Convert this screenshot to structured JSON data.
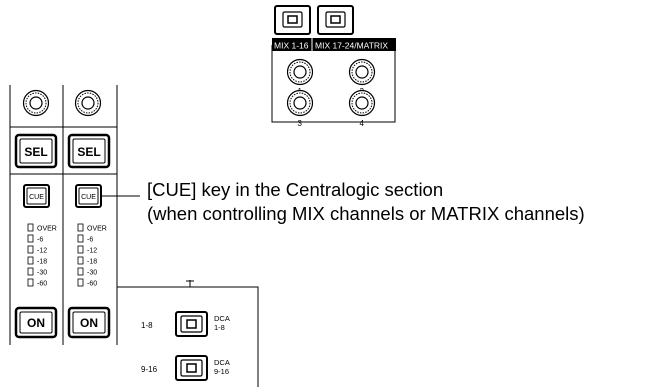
{
  "mix_keys": {
    "mix_1_16_label": "MIX 1-16",
    "mix_17_24_label": "MIX 17-24/MATRIX"
  },
  "knobs": {
    "k1": "1",
    "k2": "2",
    "k3": "3",
    "k4": "4"
  },
  "strips": {
    "sel_label": "SEL",
    "cue_label": "CUE",
    "on_label": "ON",
    "meter_labels": [
      "OVER",
      "-6",
      "-12",
      "-18",
      "-30",
      "-60"
    ]
  },
  "callout": {
    "line1": "[CUE] key in the Centralogic section",
    "line2": "(when controlling MIX channels or MATRIX channels)"
  },
  "dca": {
    "row1_left": "1-8",
    "row1_right_top": "DCA",
    "row1_right_bottom": "1-8",
    "row2_left": "9-16",
    "row2_right_top": "DCA",
    "row2_right_bottom": "9-16"
  }
}
